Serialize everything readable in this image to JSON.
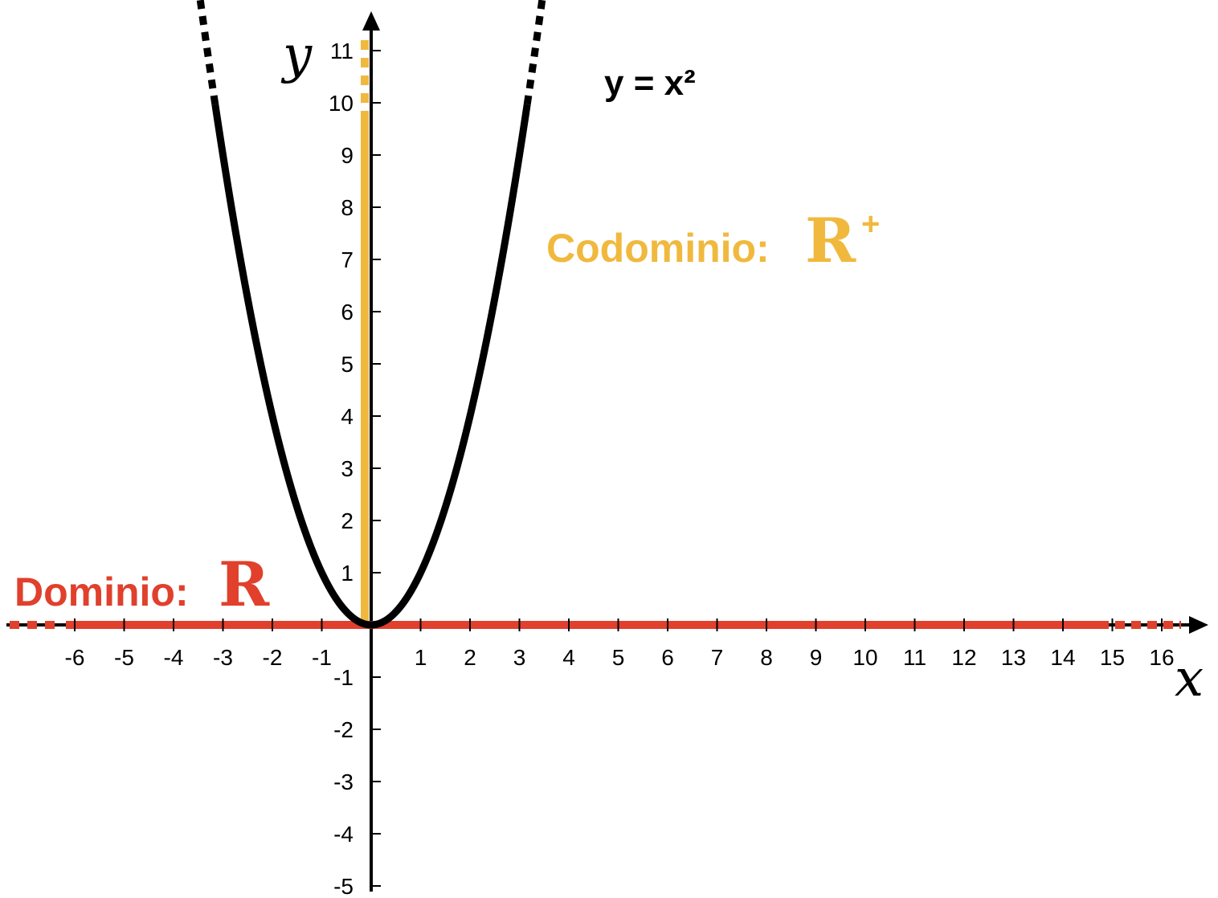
{
  "chart_data": {
    "type": "line",
    "title": "",
    "xlabel": "x",
    "ylabel": "y",
    "xlim": [
      -7.5,
      17.5
    ],
    "ylim": [
      -5,
      12
    ],
    "x_ticks": [
      -6,
      -5,
      -4,
      -3,
      -2,
      -1,
      1,
      2,
      3,
      4,
      5,
      6,
      7,
      8,
      9,
      10,
      11,
      12,
      13,
      14,
      15,
      16
    ],
    "y_ticks": [
      -5,
      -4,
      -3,
      -2,
      -1,
      1,
      2,
      3,
      4,
      5,
      6,
      7,
      8,
      9,
      10,
      11
    ],
    "x_tick_labels": [
      "-6",
      "-5",
      "-4",
      "-3",
      "-2",
      "-1",
      "1",
      "2",
      "3",
      "4",
      "5",
      "6",
      "7",
      "8",
      "9",
      "10",
      "11",
      "12",
      "13",
      "14",
      "15",
      "16"
    ],
    "y_tick_labels": [
      "-5",
      "-4",
      "-3",
      "-2",
      "-1",
      "1",
      "2",
      "3",
      "4",
      "5",
      "6",
      "7",
      "8",
      "9",
      "10",
      "11"
    ],
    "grid": false,
    "series": [
      {
        "name": "y = x²",
        "function": "x^2",
        "x": [
          -3.4,
          -3,
          -2.5,
          -2,
          -1.5,
          -1,
          -0.5,
          0,
          0.5,
          1,
          1.5,
          2,
          2.5,
          3,
          3.4
        ],
        "y": [
          11.56,
          9,
          6.25,
          4,
          2.25,
          1,
          0.25,
          0,
          0.25,
          1,
          2.25,
          4,
          6.25,
          9,
          11.56
        ],
        "color": "#000000",
        "continues_beyond": true
      }
    ],
    "annotations": [
      {
        "text": "y = x²",
        "color": "#000000"
      },
      {
        "text": "Codominio:",
        "symbol": "R",
        "superscript": "+",
        "color": "#F0B93E",
        "highlight": "y-axis",
        "range": [
          0,
          11
        ]
      },
      {
        "text": "Dominio:",
        "symbol": "R",
        "superscript": "",
        "color": "#E0402C",
        "highlight": "x-axis",
        "range": [
          -7.5,
          17.5
        ]
      }
    ]
  },
  "colors": {
    "curve": "#000000",
    "domain": "#E0402C",
    "codomain": "#F0B93E",
    "axes": "#000000"
  }
}
